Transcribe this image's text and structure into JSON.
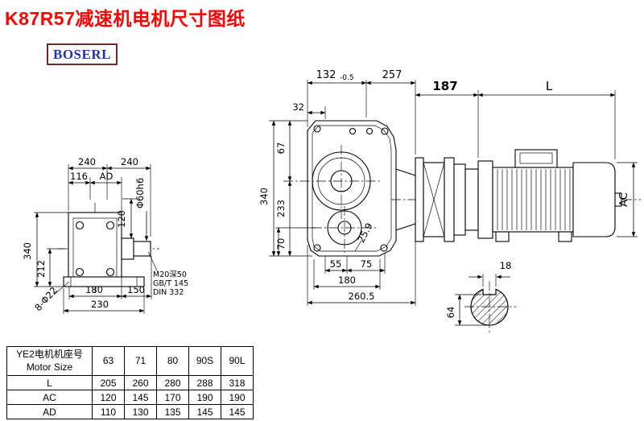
{
  "page": {
    "title": "K87R57减速机电机尺寸图纸",
    "logo_text": "BOSERL"
  },
  "colors": {
    "title_red": "#ff0000",
    "logo_blue": "#2233aa",
    "logo_border_maroon": "#7a2525",
    "line_black": "#000000",
    "background": "#ffffff"
  },
  "left_view": {
    "dim_width_left": "240",
    "dim_width_right": "240",
    "dim_116": "116",
    "dim_AD": "AD",
    "dim_120": "120",
    "dim_shaft_dia": "Φ60h6",
    "dim_total_height": "340",
    "dim_center_height": "212",
    "dim_holes": "8-Φ22",
    "dim_180": "180",
    "dim_150": "150",
    "dim_230": "230",
    "note_tap": "M20深50",
    "note_std1": "GB/T 145",
    "note_std2": "DIN 332"
  },
  "front_view": {
    "dim_132": "132",
    "dim_132_tol": "-0.5",
    "dim_257": "257",
    "dim_32": "32",
    "dim_67": "67",
    "dim_340": "340",
    "dim_233": "233",
    "dim_70": "70",
    "dim_25_9": "25.9",
    "dim_55": "55",
    "dim_75": "75",
    "dim_180": "180",
    "dim_260_5": "260.5"
  },
  "motor_view": {
    "dim_187": "187",
    "dim_L": "L",
    "dim_AC": "AC",
    "dim_18": "18",
    "dim_64": "64"
  },
  "table": {
    "header_cn": "YE2电机机座号",
    "header_en": "Motor Size",
    "columns": [
      "63",
      "71",
      "80",
      "90S",
      "90L"
    ],
    "rows": [
      {
        "label": "L",
        "values": [
          "205",
          "260",
          "280",
          "288",
          "318"
        ]
      },
      {
        "label": "AC",
        "values": [
          "120",
          "145",
          "170",
          "190",
          "190"
        ]
      },
      {
        "label": "AD",
        "values": [
          "110",
          "130",
          "135",
          "145",
          "145"
        ]
      }
    ]
  }
}
